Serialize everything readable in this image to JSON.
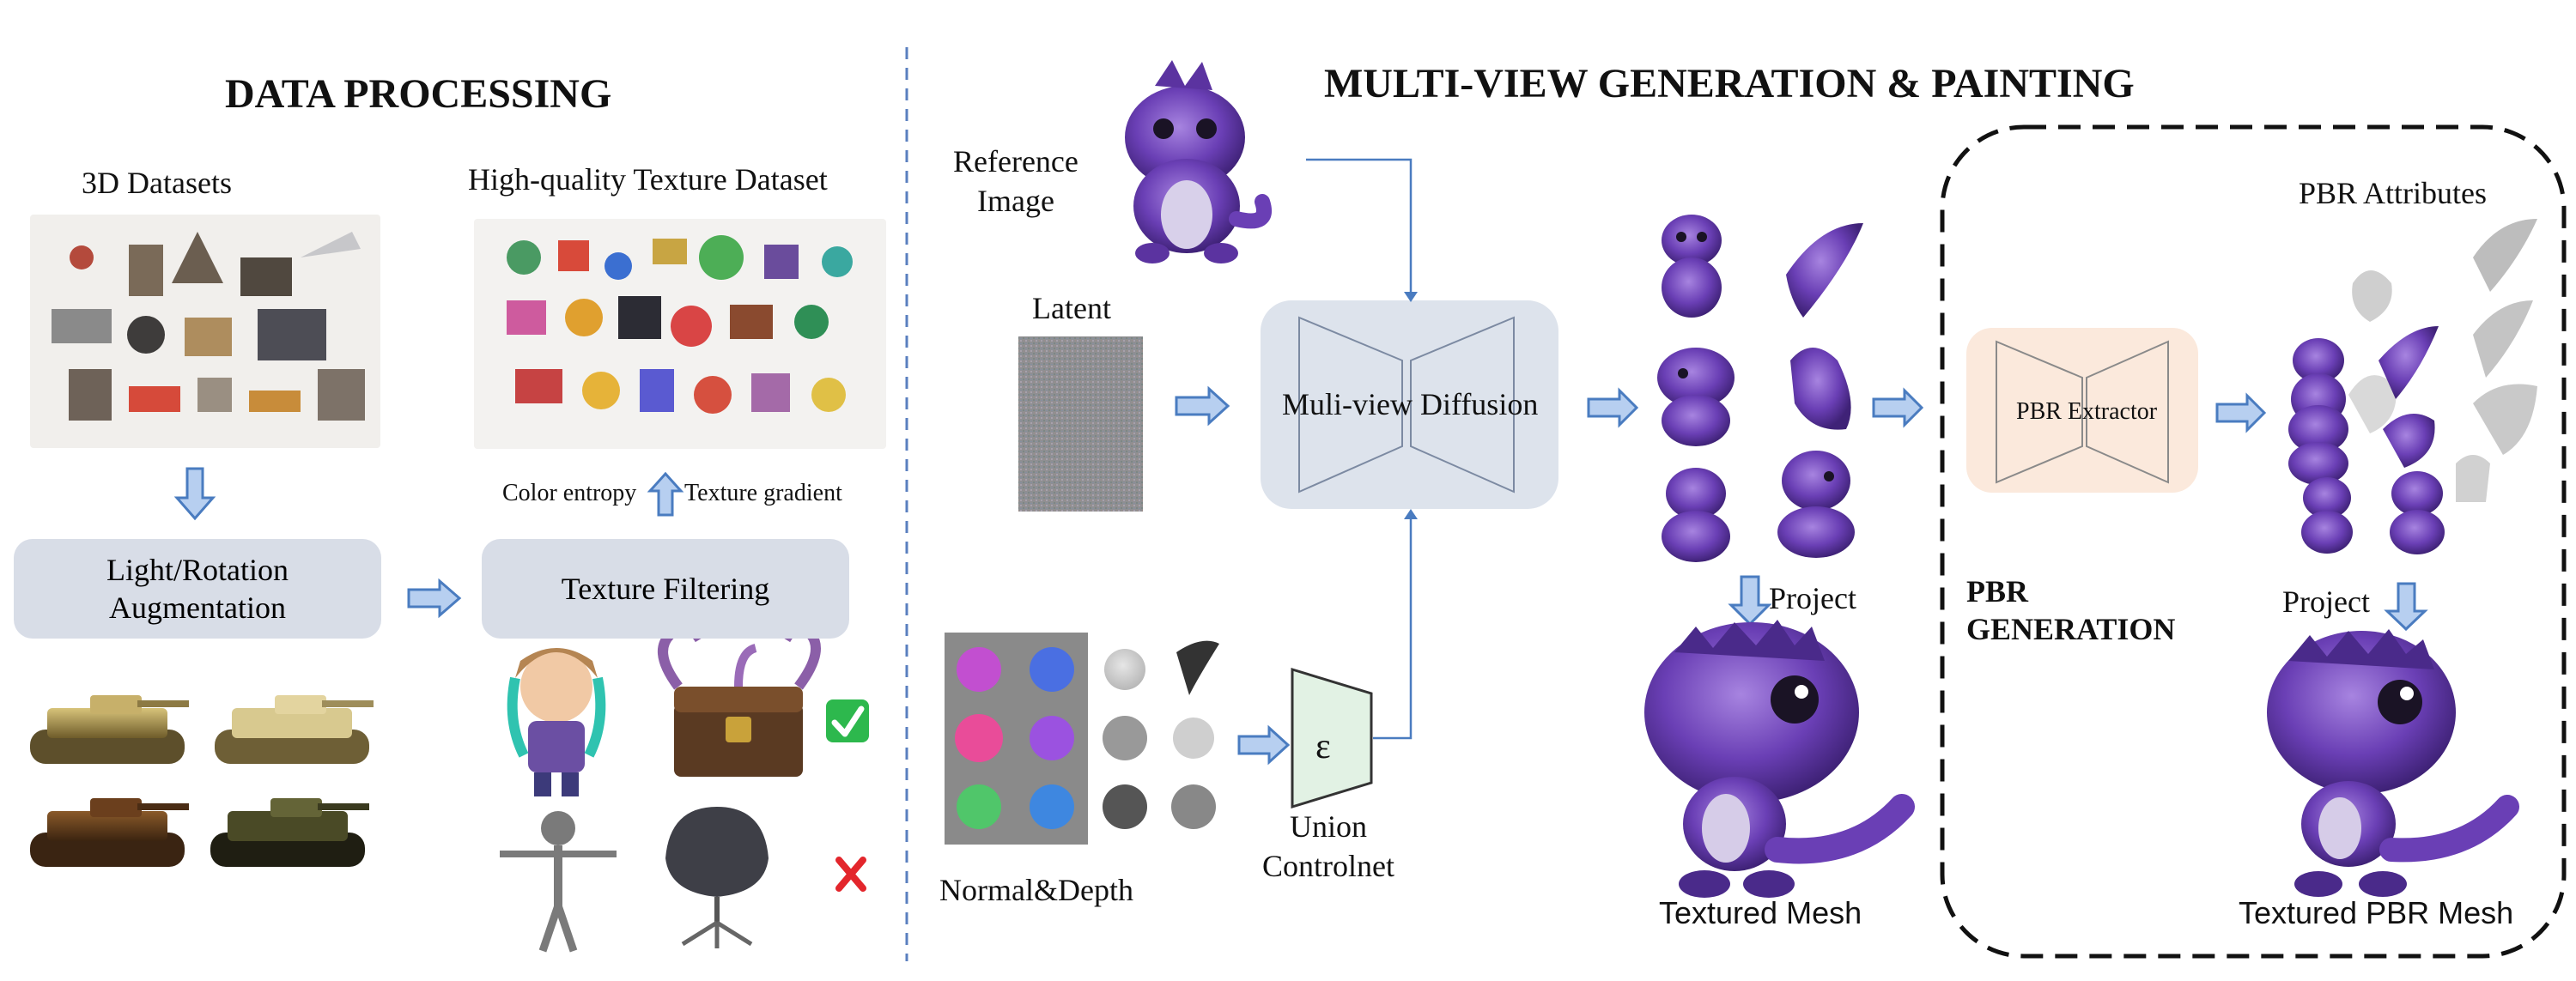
{
  "colors": {
    "arrow_fill": "#b7cff0",
    "arrow_stroke": "#4a7cc0",
    "box_gray": "#d8dde7",
    "diffusion_box": "#dde3ec",
    "pbr_box": "#fbe9dc",
    "dino_purple": "#6a3fb5",
    "check_green": "#2db84d",
    "cross_red": "#e3262c",
    "divider": "#5a7fbf"
  },
  "data_processing": {
    "title": "DATA PROCESSING",
    "datasets_label": "3D Datasets",
    "texture_dataset_label": "High-quality Texture Dataset",
    "augmentation_label_line1": "Light/Rotation",
    "augmentation_label_line2": "Augmentation",
    "texture_filtering_label": "Texture Filtering",
    "color_entropy_label": "Color entropy",
    "texture_gradient_label": "Texture gradient"
  },
  "multiview": {
    "title": "MULTI-VIEW GENERATION & PAINTING",
    "reference_label_line1": "Reference",
    "reference_label_line2": "Image",
    "latent_label": "Latent",
    "diffusion_label": "Muli-view Diffusion",
    "normal_depth_label": "Normal&Depth",
    "union_line1": "Union",
    "union_line2": "Controlnet",
    "encoder_symbol": "ε",
    "project_label": "Project",
    "textured_mesh_label": "Textured Mesh"
  },
  "pbr": {
    "generation_line1": "PBR",
    "generation_line2": "GENERATION",
    "extractor_label": "PBR Extractor",
    "attributes_label": "PBR Attributes",
    "project_label": "Project",
    "textured_pbr_mesh_label": "Textured PBR Mesh"
  }
}
